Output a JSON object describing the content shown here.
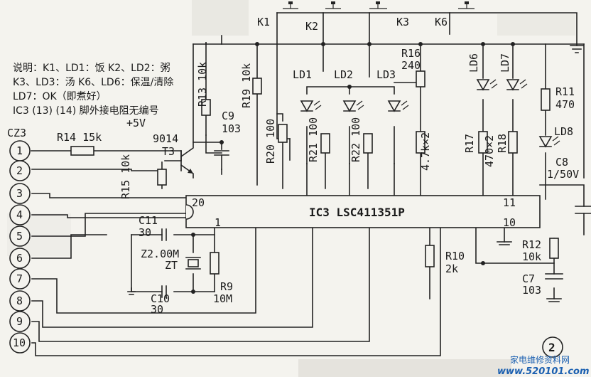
{
  "notes": {
    "line1": "说明：K1、LD1：饭   K2、LD2：粥",
    "line2": "K3、LD3：汤  K6、LD6：保温/清除",
    "line3": "LD7：OK（即煮好）",
    "line4": "IC3 (13) (14) 脚外接电阻无编号",
    "supply": "+5V"
  },
  "connector": {
    "name": "CZ3",
    "pins": [
      "1",
      "2",
      "3",
      "4",
      "5",
      "6",
      "7",
      "8",
      "9",
      "10"
    ]
  },
  "switches": {
    "k1": "K1",
    "k2": "K2",
    "k3": "K3",
    "k6": "K6"
  },
  "leds": {
    "ld1": "LD1",
    "ld2": "LD2",
    "ld3": "LD3",
    "ld6": "LD6",
    "ld7": "LD7",
    "ld8": "LD8"
  },
  "components": {
    "r13": "R13 10k",
    "r19": "R19 10k",
    "r16_name": "R16",
    "r16_val": "240",
    "r11_name": "R11",
    "r11_val": "470",
    "r14": "R14 15k",
    "transistor_type": "9014",
    "t3": "T3",
    "c9_name": "C9",
    "c9_val": "103",
    "r15": "R15 10k",
    "r20": "R20 100",
    "r21": "R21 100",
    "r22": "R22 100",
    "r_4k7": "4.7k×2",
    "r17": "R17",
    "r18": "R18",
    "r_470x2": "470×2",
    "c8_name": "C8",
    "c8_val": "1/50V",
    "c11_name": "C11",
    "c11_val": "30",
    "crystal_val": "Z2.00M",
    "crystal_name": "ZT",
    "r9_name": "R9",
    "r9_val": "10M",
    "c10_name": "C10",
    "c10_val": "30",
    "r10_name": "R10",
    "r10_val": "2k",
    "r12_name": "R12",
    "r12_val": "10k",
    "c7_name": "C7",
    "c7_val": "103"
  },
  "ic": {
    "label": "IC3 LSC411351P",
    "pin20": "20",
    "pin1": "1",
    "pin11": "11",
    "pin10": "10"
  },
  "figure_number": "2",
  "watermark": {
    "cn": "家电维修资料网",
    "url": "www.520101.com"
  }
}
